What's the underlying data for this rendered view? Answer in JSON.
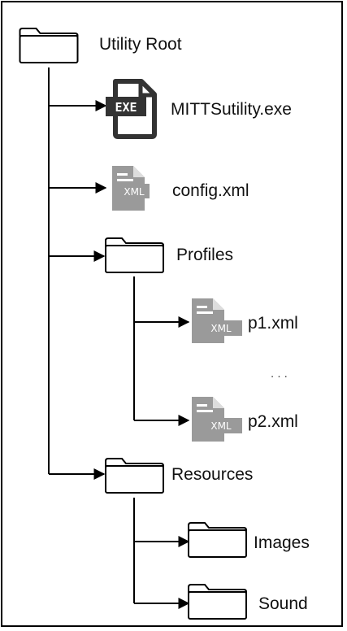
{
  "nodes": {
    "root": "Utility Root",
    "exe": "MITTSutility.exe",
    "config": "config.xml",
    "profiles": "Profiles",
    "p1": "p1.xml",
    "ellipsis": ". . .",
    "p2": "p2.xml",
    "resources": "Resources",
    "images": "Images",
    "sound": "Sound"
  },
  "icons": {
    "exe_badge": "EXE",
    "xml_badge": "XML"
  },
  "colors": {
    "line": "#000000",
    "exe_icon": "#333333",
    "xml_icon": "#8a8a8a",
    "folder_stroke": "#000000"
  }
}
